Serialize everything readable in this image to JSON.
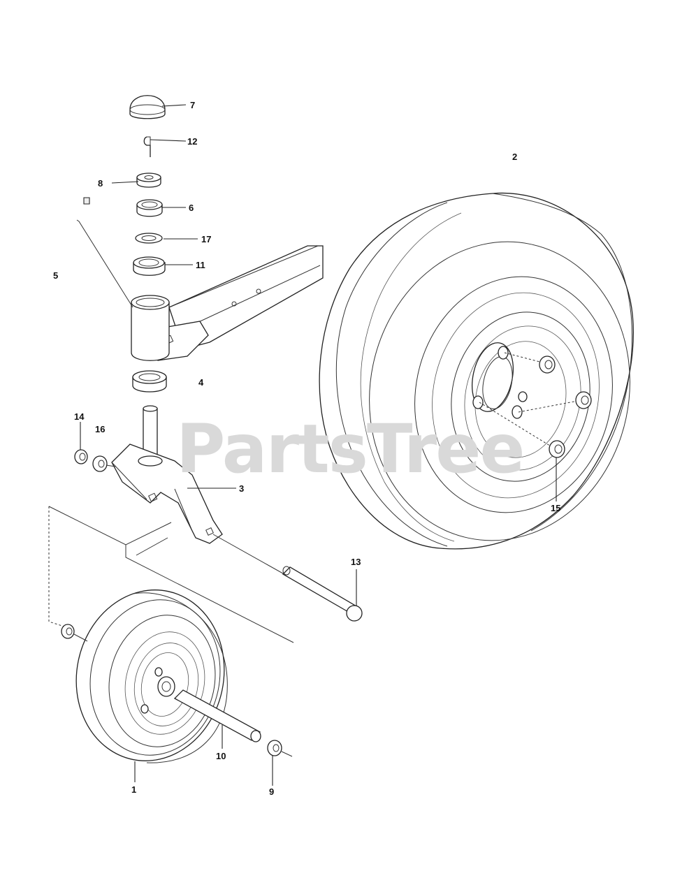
{
  "watermark": "PartsTree",
  "callouts": [
    {
      "id": "c1",
      "label": "1"
    },
    {
      "id": "c2",
      "label": "2"
    },
    {
      "id": "c3",
      "label": "3"
    },
    {
      "id": "c4",
      "label": "4"
    },
    {
      "id": "c5",
      "label": "5"
    },
    {
      "id": "c6",
      "label": "6"
    },
    {
      "id": "c7",
      "label": "7"
    },
    {
      "id": "c8",
      "label": "8"
    },
    {
      "id": "c9",
      "label": "9"
    },
    {
      "id": "c10",
      "label": "10"
    },
    {
      "id": "c11",
      "label": "11"
    },
    {
      "id": "c12",
      "label": "12"
    },
    {
      "id": "c13",
      "label": "13"
    },
    {
      "id": "c14",
      "label": "14"
    },
    {
      "id": "c15",
      "label": "15"
    },
    {
      "id": "c16",
      "label": "16"
    },
    {
      "id": "c17",
      "label": "17"
    }
  ]
}
